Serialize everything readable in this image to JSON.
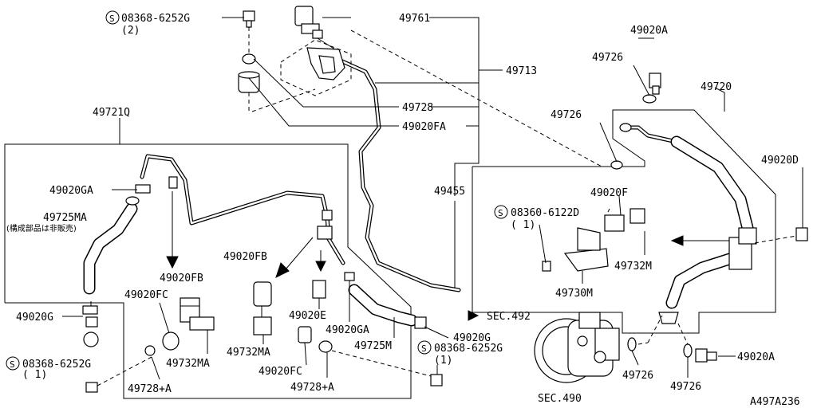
{
  "diagram_code": "A497A236",
  "labels": {
    "s_bolt_top": "08368-6252G",
    "s_bolt_top_qty": "(2)",
    "p49761": "49761",
    "p49713": "49713",
    "p49728": "49728",
    "p49020FA": "49020FA",
    "p49721Q": "49721Q",
    "p49455": "49455",
    "p49020A_top": "49020A",
    "p49726_top": "49726",
    "p49720": "49720",
    "p49726_mid": "49726",
    "p49020D": "49020D",
    "p49020F": "49020F",
    "s_bolt_right": "08360-6122D",
    "s_bolt_right_qty": "( 1)",
    "p49732M": "49732M",
    "p49730M": "49730M",
    "p49020GA_left": "49020GA",
    "p49725MA": "49725MA",
    "note_jp": "(構成部品は非販売)",
    "p49020FB_a": "49020FB",
    "p49020FB_b": "49020FB",
    "p49020FC_a": "49020FC",
    "p49020G_left": "49020G",
    "p49732MA_a": "49732MA",
    "p49732MA_b": "49732MA",
    "p49020E": "49020E",
    "p49020GA_mid": "49020GA",
    "p49725M": "49725M",
    "p49020G_mid": "49020G",
    "sec492": "SEC.492",
    "s_bolt_left": "08368-6252G",
    "s_bolt_left_qty": "( 1)",
    "p49728A_a": "49728+A",
    "p49020FC_b": "49020FC",
    "p49728A_b": "49728+A",
    "s_bolt_mid": "08368-6252G",
    "s_bolt_mid_qty": "(1)",
    "sec490": "SEC.490",
    "p49726_bot1": "49726",
    "p49726_bot2": "49726",
    "p49020A_bot": "49020A",
    "s_symbol": "S"
  }
}
